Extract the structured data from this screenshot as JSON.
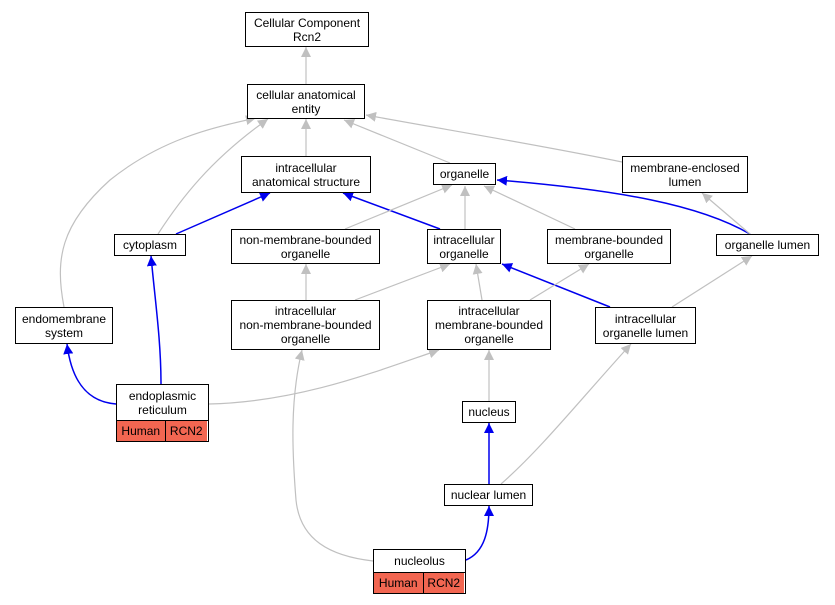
{
  "diagram": {
    "colors": {
      "is_a": "#c0c0c0",
      "part_of": "#0000ee",
      "annotation_fill": "#f26651"
    },
    "nodes": {
      "root": {
        "lines": [
          "Cellular Component",
          "Rcn2"
        ]
      },
      "cae": {
        "lines": [
          "cellular anatomical",
          "entity"
        ]
      },
      "ias": {
        "lines": [
          "intracellular",
          "anatomical structure"
        ]
      },
      "organelle": {
        "lines": [
          "organelle"
        ]
      },
      "mel": {
        "lines": [
          "membrane-enclosed",
          "lumen"
        ]
      },
      "cytoplasm": {
        "lines": [
          "cytoplasm"
        ]
      },
      "nmbo": {
        "lines": [
          "non-membrane-bounded",
          "organelle"
        ]
      },
      "io": {
        "lines": [
          "intracellular",
          "organelle"
        ]
      },
      "mbo": {
        "lines": [
          "membrane-bounded",
          "organelle"
        ]
      },
      "ol": {
        "lines": [
          "organelle lumen"
        ]
      },
      "endo": {
        "lines": [
          "endomembrane",
          "system"
        ]
      },
      "inmbo": {
        "lines": [
          "intracellular",
          "non-membrane-bounded",
          "organelle"
        ]
      },
      "imbo": {
        "lines": [
          "intracellular",
          "membrane-bounded",
          "organelle"
        ]
      },
      "iol": {
        "lines": [
          "intracellular",
          "organelle lumen"
        ]
      },
      "er": {
        "lines": [
          "endoplasmic",
          "reticulum"
        ],
        "tags": [
          "Human",
          "RCN2"
        ]
      },
      "nucleus": {
        "lines": [
          "nucleus"
        ]
      },
      "nl": {
        "lines": [
          "nuclear lumen"
        ]
      },
      "nucleolus": {
        "lines": [
          "nucleolus"
        ],
        "tags": [
          "Human",
          "RCN2"
        ]
      }
    },
    "edges": [
      {
        "from": "cae",
        "to": "root",
        "type": "is_a"
      },
      {
        "from": "ias",
        "to": "cae",
        "type": "is_a"
      },
      {
        "from": "organelle",
        "to": "cae",
        "type": "is_a"
      },
      {
        "from": "mel",
        "to": "cae",
        "type": "is_a"
      },
      {
        "from": "endo",
        "to": "cae",
        "type": "is_a"
      },
      {
        "from": "cytoplasm",
        "to": "cae",
        "type": "is_a"
      },
      {
        "from": "cytoplasm",
        "to": "ias",
        "type": "part_of"
      },
      {
        "from": "io",
        "to": "ias",
        "type": "part_of"
      },
      {
        "from": "nmbo",
        "to": "organelle",
        "type": "is_a"
      },
      {
        "from": "io",
        "to": "organelle",
        "type": "is_a"
      },
      {
        "from": "mbo",
        "to": "organelle",
        "type": "is_a"
      },
      {
        "from": "ol",
        "to": "organelle",
        "type": "part_of"
      },
      {
        "from": "ol",
        "to": "mel",
        "type": "is_a"
      },
      {
        "from": "inmbo",
        "to": "io",
        "type": "is_a"
      },
      {
        "from": "imbo",
        "to": "io",
        "type": "is_a"
      },
      {
        "from": "iol",
        "to": "io",
        "type": "part_of"
      },
      {
        "from": "inmbo",
        "to": "nmbo",
        "type": "is_a"
      },
      {
        "from": "imbo",
        "to": "mbo",
        "type": "is_a"
      },
      {
        "from": "iol",
        "to": "ol",
        "type": "is_a"
      },
      {
        "from": "er",
        "to": "cytoplasm",
        "type": "part_of"
      },
      {
        "from": "er",
        "to": "endo",
        "type": "part_of"
      },
      {
        "from": "er",
        "to": "imbo",
        "type": "is_a"
      },
      {
        "from": "nucleus",
        "to": "imbo",
        "type": "is_a"
      },
      {
        "from": "nl",
        "to": "nucleus",
        "type": "part_of"
      },
      {
        "from": "nl",
        "to": "iol",
        "type": "is_a"
      },
      {
        "from": "nucleolus",
        "to": "nl",
        "type": "part_of"
      },
      {
        "from": "nucleolus",
        "to": "inmbo",
        "type": "is_a"
      }
    ]
  }
}
